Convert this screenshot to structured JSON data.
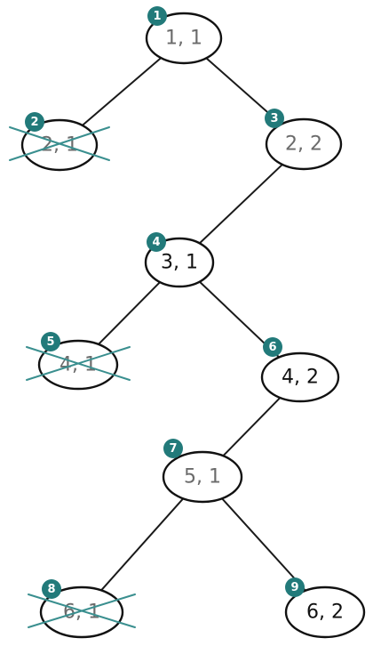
{
  "colors": {
    "badge": "#227a7a",
    "cross": "#3a8f8f",
    "label_default": "#6b6b6b",
    "label_dark": "#111111",
    "outline": "#111111"
  },
  "nodes": [
    {
      "id": 1,
      "badge": "1",
      "label": "1, 1",
      "crossed": false,
      "dark_label": false
    },
    {
      "id": 2,
      "badge": "2",
      "label": "2, 1",
      "crossed": true,
      "dark_label": false
    },
    {
      "id": 3,
      "badge": "3",
      "label": "2, 2",
      "crossed": false,
      "dark_label": false
    },
    {
      "id": 4,
      "badge": "4",
      "label": "3, 1",
      "crossed": false,
      "dark_label": true
    },
    {
      "id": 5,
      "badge": "5",
      "label": "4, 1",
      "crossed": true,
      "dark_label": false
    },
    {
      "id": 6,
      "badge": "6",
      "label": "4, 2",
      "crossed": false,
      "dark_label": true
    },
    {
      "id": 7,
      "badge": "7",
      "label": "5, 1",
      "crossed": false,
      "dark_label": false
    },
    {
      "id": 8,
      "badge": "8",
      "label": "6, 1",
      "crossed": true,
      "dark_label": false
    },
    {
      "id": 9,
      "badge": "9",
      "label": "6, 2",
      "crossed": false,
      "dark_label": true
    }
  ],
  "edges": [
    {
      "from": 1,
      "to": 2
    },
    {
      "from": 1,
      "to": 3
    },
    {
      "from": 3,
      "to": 4
    },
    {
      "from": 4,
      "to": 5
    },
    {
      "from": 4,
      "to": 6
    },
    {
      "from": 6,
      "to": 7
    },
    {
      "from": 7,
      "to": 8
    },
    {
      "from": 7,
      "to": 9
    }
  ]
}
